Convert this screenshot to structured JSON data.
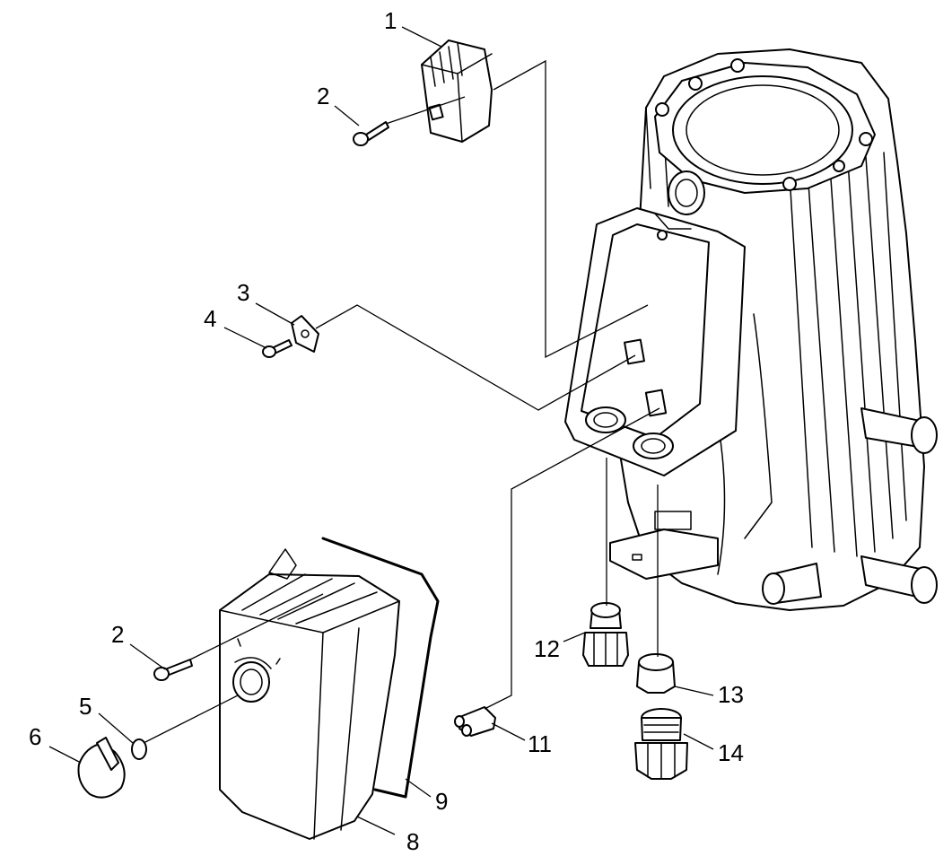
{
  "callouts": [
    {
      "id": "c1",
      "label": "1"
    },
    {
      "id": "c2a",
      "label": "2"
    },
    {
      "id": "c3",
      "label": "3"
    },
    {
      "id": "c4",
      "label": "4"
    },
    {
      "id": "c2b",
      "label": "2"
    },
    {
      "id": "c5",
      "label": "5"
    },
    {
      "id": "c6",
      "label": "6"
    },
    {
      "id": "c8",
      "label": "8"
    },
    {
      "id": "c9",
      "label": "9"
    },
    {
      "id": "c11",
      "label": "11"
    },
    {
      "id": "c12",
      "label": "12"
    },
    {
      "id": "c13",
      "label": "13"
    },
    {
      "id": "c14",
      "label": "14"
    }
  ]
}
